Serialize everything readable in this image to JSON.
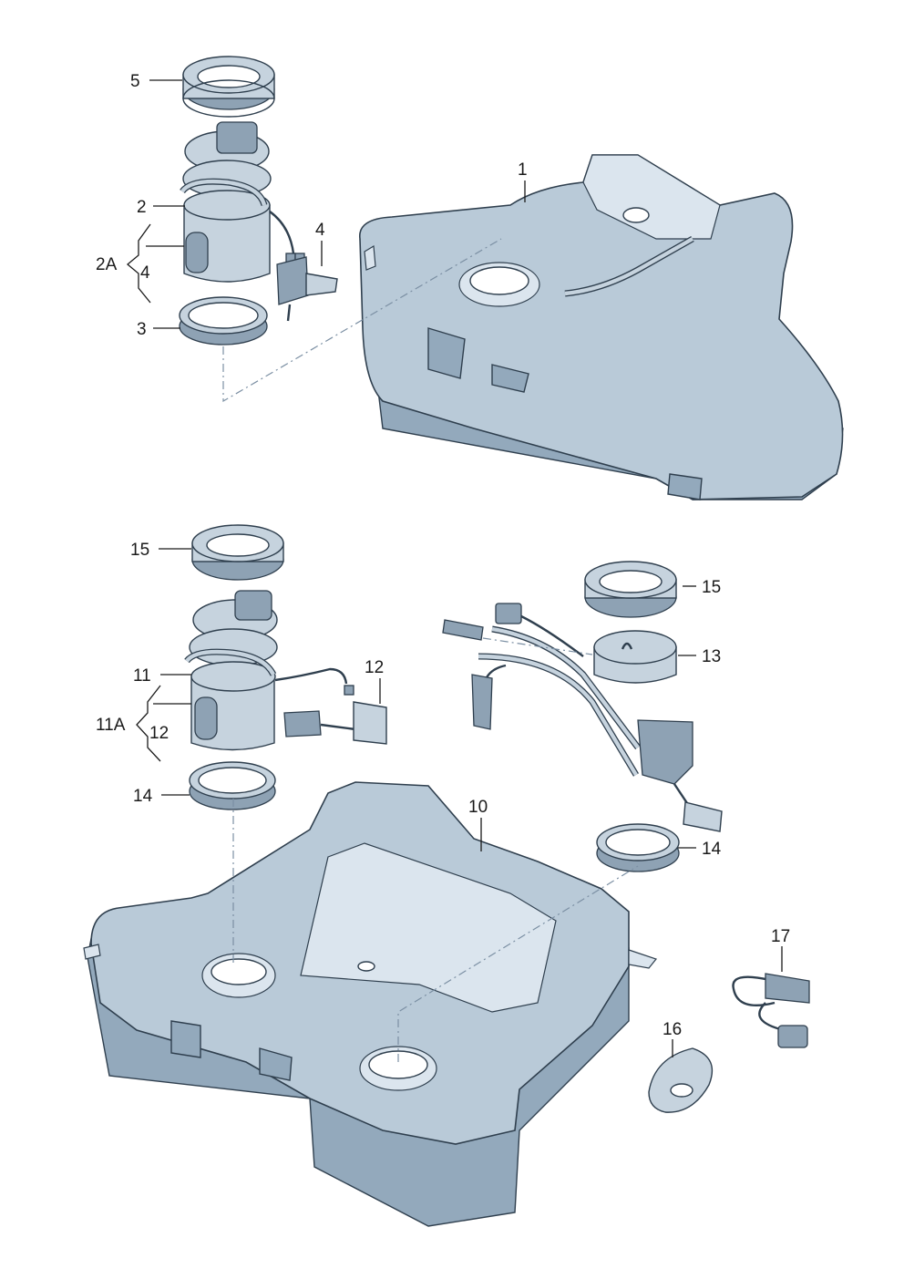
{
  "labels": {
    "p1": "1",
    "p2": "2",
    "p2a": "2A",
    "p3": "3",
    "p4a": "4",
    "p4b": "4",
    "p5": "5",
    "p10": "10",
    "p11": "11",
    "p11a": "11A",
    "p12a": "12",
    "p12b": "12",
    "p13": "13",
    "p14a": "14",
    "p14b": "14",
    "p15a": "15",
    "p15b": "15",
    "p16": "16",
    "p17": "17"
  },
  "colors": {
    "part_fill": "#b9cad8",
    "part_shadow": "#93a9bc",
    "outline": "#2f3f4e",
    "label": "#1a1a1a"
  }
}
